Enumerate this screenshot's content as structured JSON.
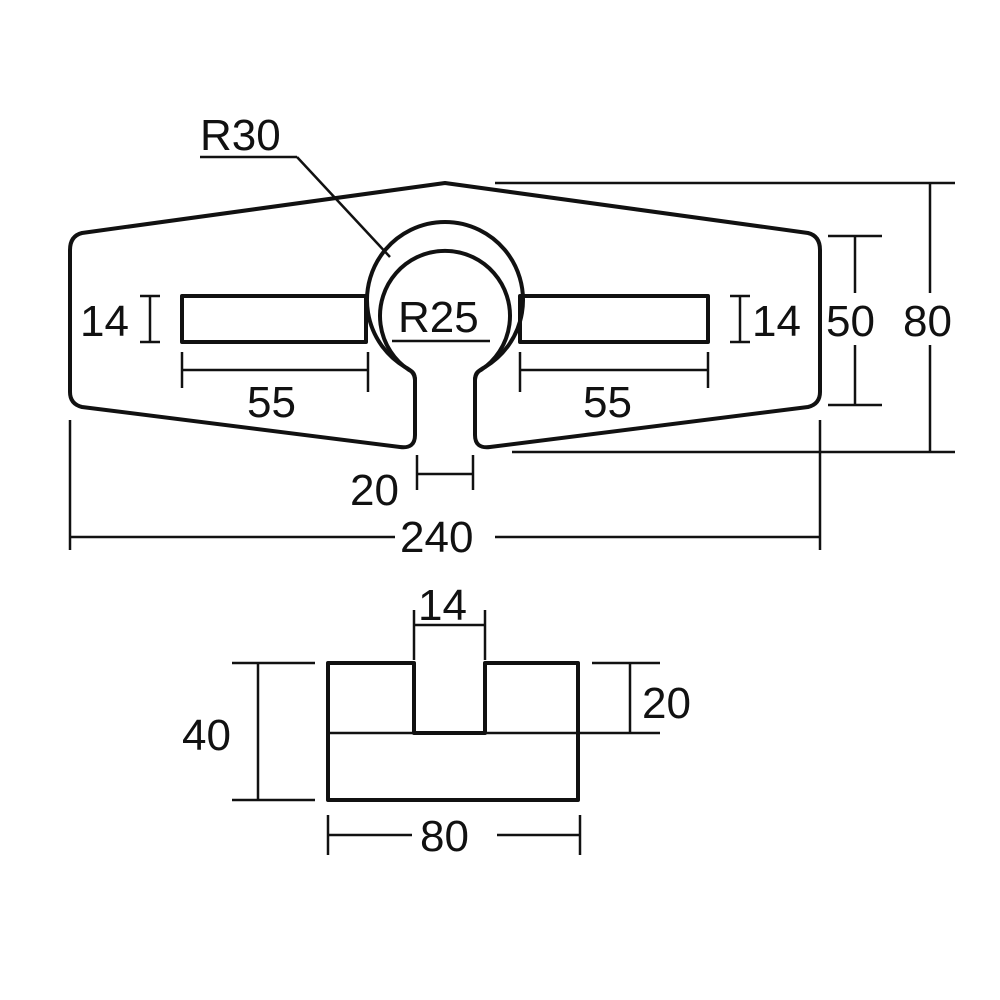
{
  "top_view": {
    "radius_outer": "R30",
    "radius_inner": "R25",
    "slot_height_left": "14",
    "slot_height_right": "14",
    "slot_length_left": "55",
    "slot_length_right": "55",
    "gap_width": "20",
    "total_width": "240",
    "side_height": "50",
    "total_height": "80"
  },
  "side_view": {
    "groove_width": "14",
    "groove_depth": "20",
    "height": "40",
    "width": "80"
  }
}
